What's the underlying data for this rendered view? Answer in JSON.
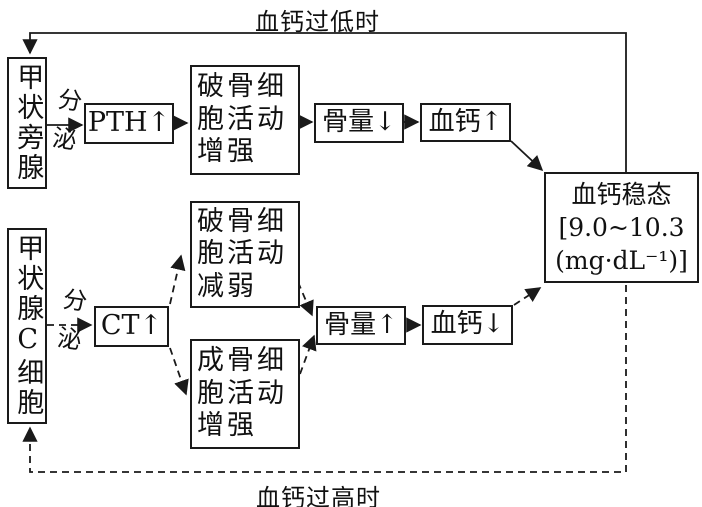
{
  "diagram": {
    "colors": {
      "background": "#ffffff",
      "line": "#1a1a1a",
      "text": "#111111"
    },
    "top_condition_label": "血钙过低时",
    "bottom_condition_label": "血钙过高时",
    "secretion_label_pth": "分泌",
    "secretion_label_ct": "分泌",
    "boxes": {
      "parathyroid": "甲状旁腺",
      "pth": "PTH↑",
      "osteoclast_enhanced": "破骨细胞活动增强",
      "bone_mass_down": "骨量↓",
      "blood_calcium_up": "血钙↑",
      "thyroid_c_cells": "甲状腺C细胞",
      "calcitonin": "CT↑",
      "osteoclast_weakened": "破骨细胞活动减弱",
      "osteoblast_enhanced": "成骨细胞活动增强",
      "bone_mass_up": "骨量↑",
      "blood_calcium_down": "血钙↓",
      "homeostasis": {
        "line1": "血钙稳态",
        "line2": "[9.0~10.3",
        "line3": "(mg·dL⁻¹)]"
      }
    }
  }
}
